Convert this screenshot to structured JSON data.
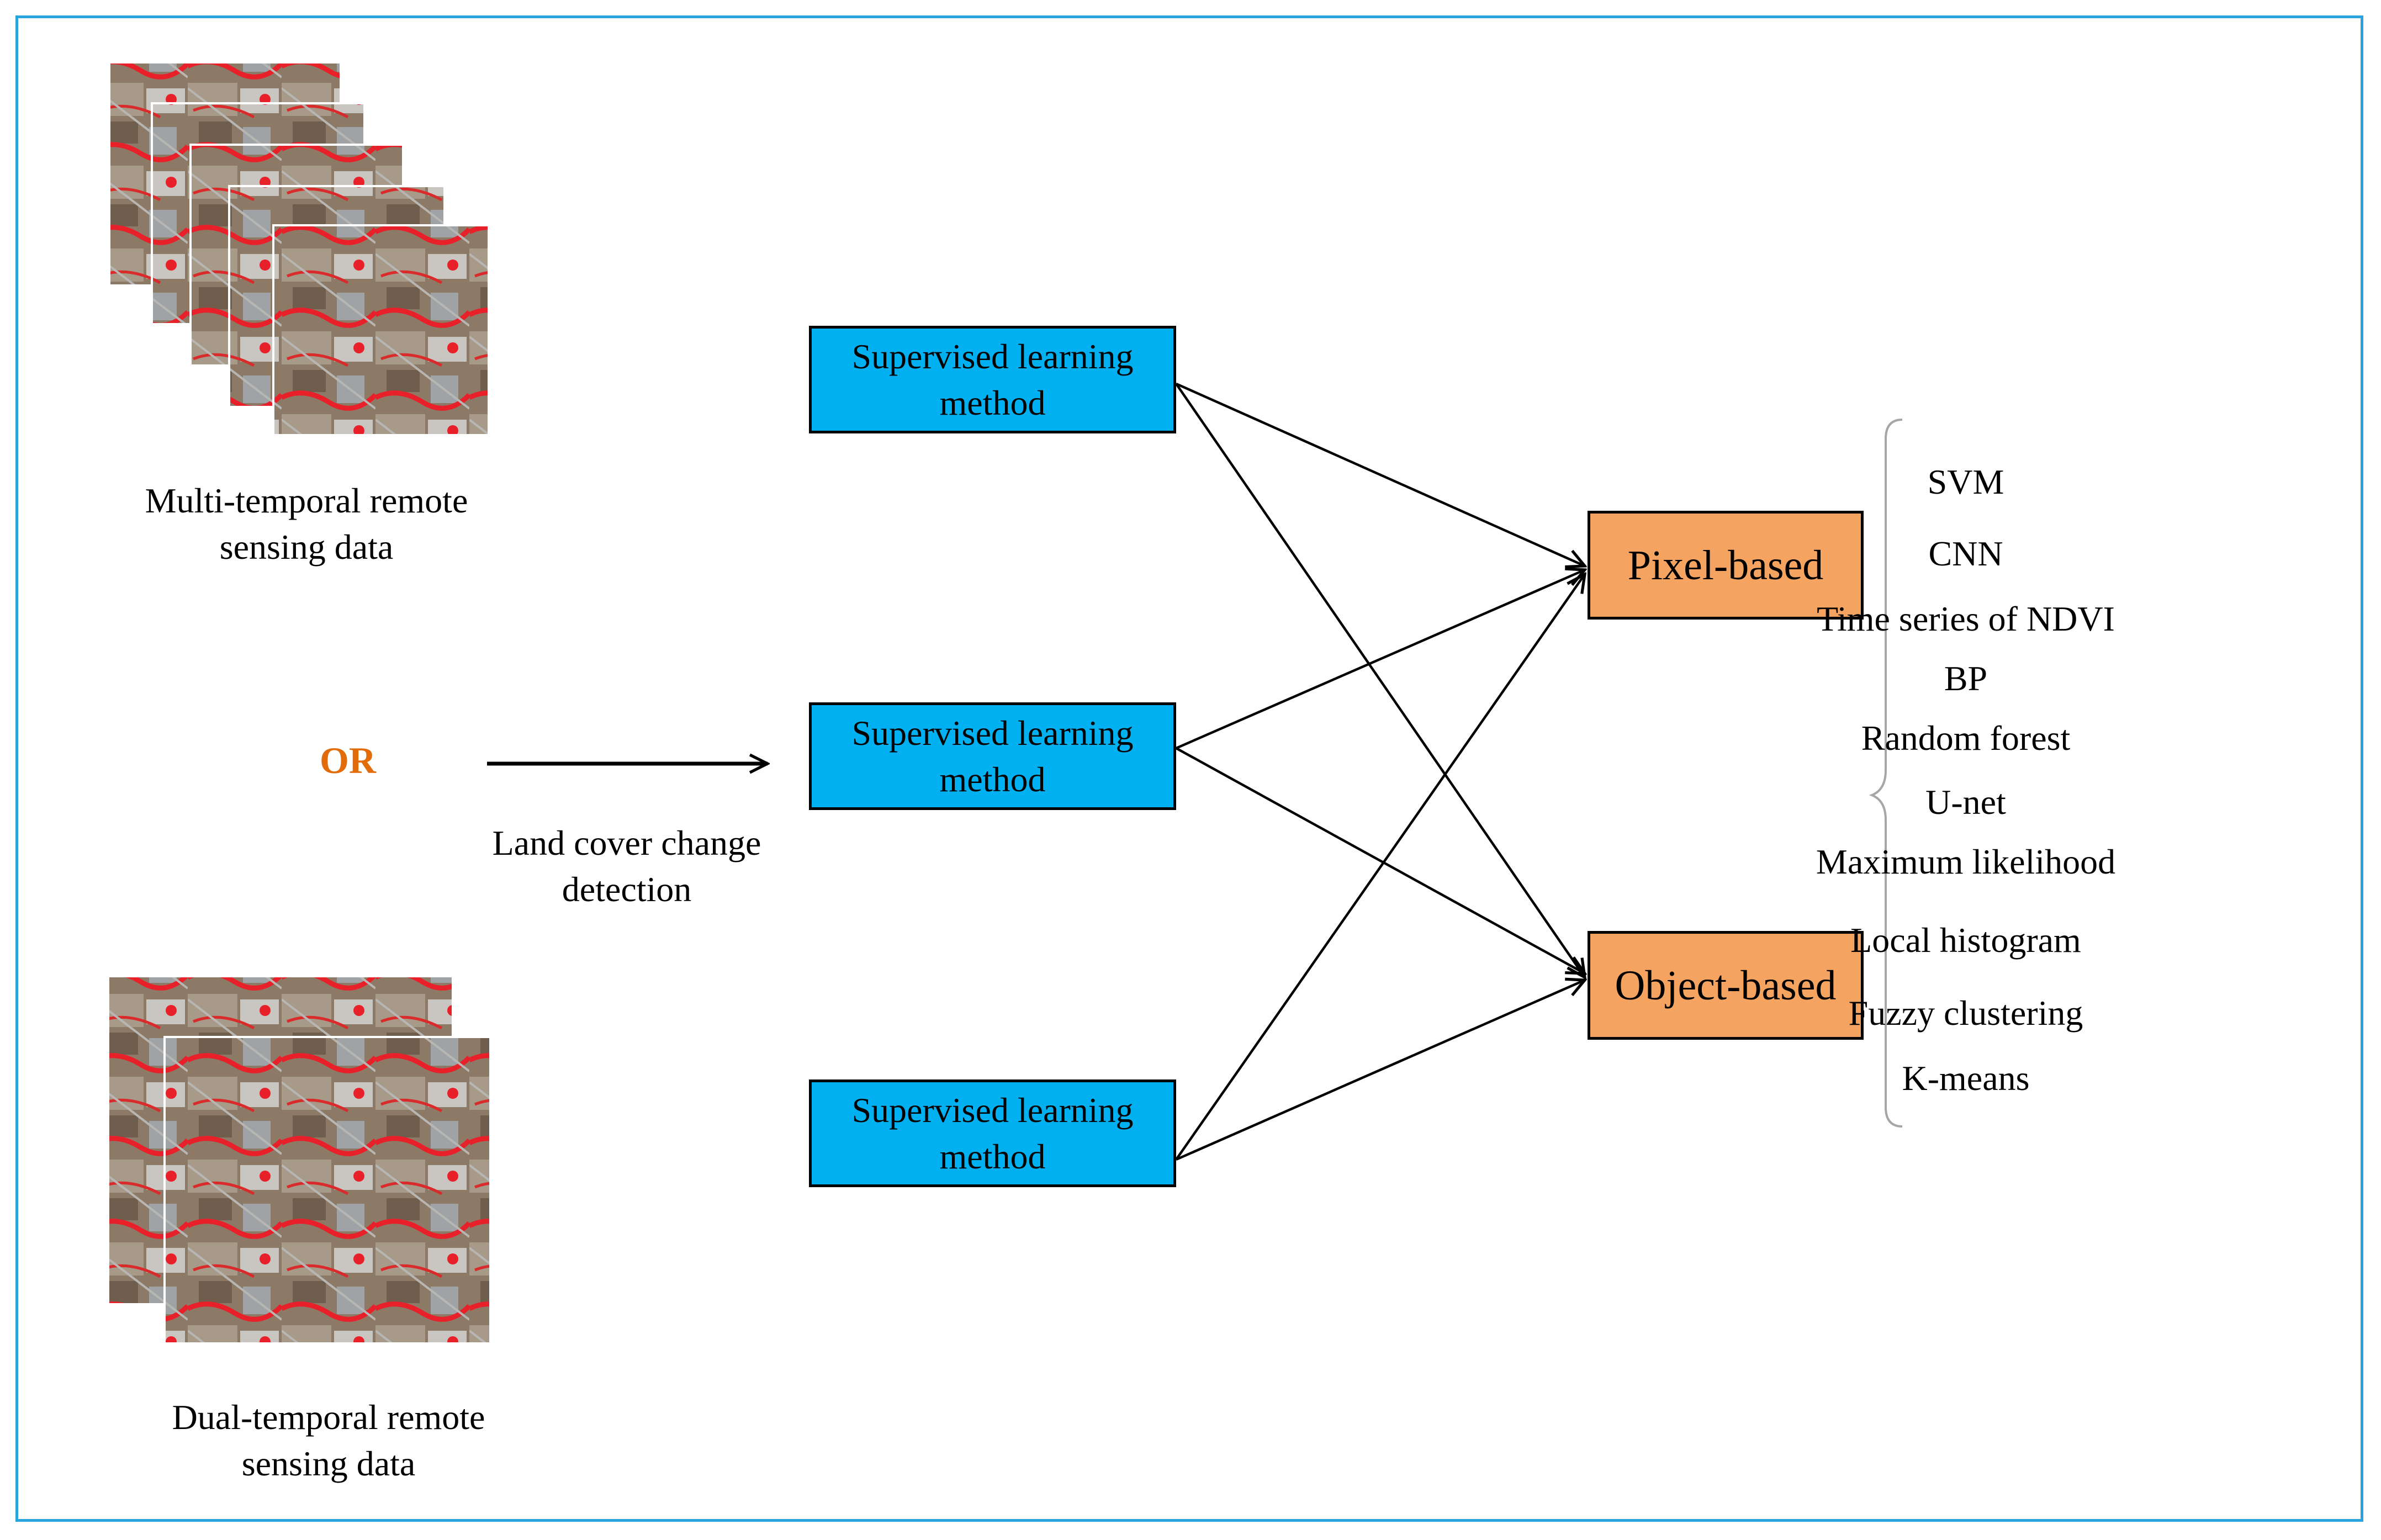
{
  "colors": {
    "frame": "#29a3dc",
    "supervised_box": "#00b0f0",
    "output_box": "#f4a460",
    "or_text": "#e36c0a",
    "vegetation": "#e8202a"
  },
  "inputs": {
    "multi_label": [
      "Multi-temporal remote",
      "sensing data"
    ],
    "dual_label": [
      "Dual-temporal remote",
      "sensing data"
    ],
    "or_text": "OR"
  },
  "process": {
    "label": [
      "Land cover change",
      "detection"
    ]
  },
  "learners": [
    {
      "label": [
        "Supervised learning",
        "method"
      ]
    },
    {
      "label": [
        "Supervised learning",
        "method"
      ]
    },
    {
      "label": [
        "Supervised learning",
        "method"
      ]
    }
  ],
  "outputs": {
    "pixel": "Pixel-based",
    "object": "Object-based"
  },
  "methods": [
    "SVM",
    "CNN",
    "Time series of NDVI",
    "BP",
    "Random forest",
    "U-net",
    "Maximum likelihood",
    "Local histogram",
    "Fuzzy clustering",
    "K-means"
  ]
}
